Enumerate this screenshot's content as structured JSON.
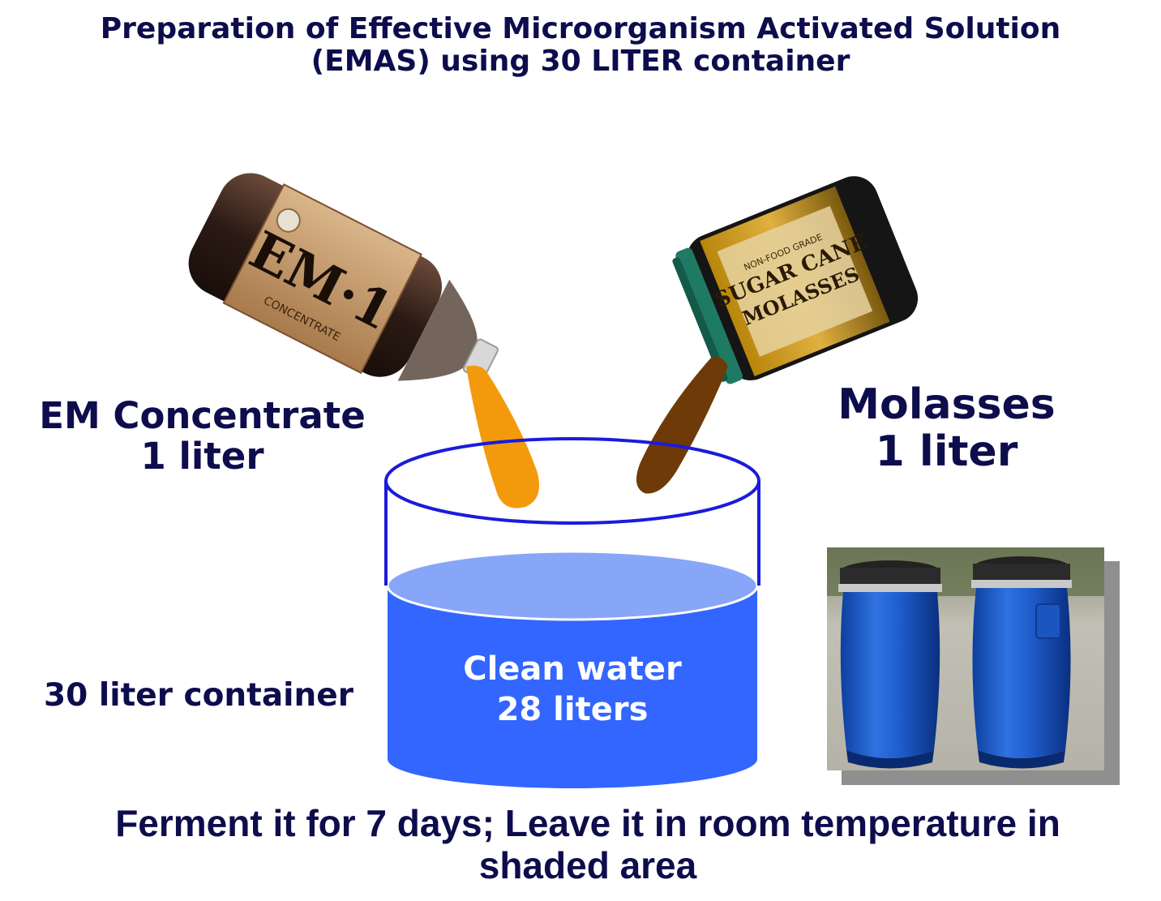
{
  "title": {
    "line1": "Preparation of Effective Microorganism Activated Solution",
    "line2": "(EMAS)  using 30 LITER container"
  },
  "em_concentrate": {
    "name": "EM Concentrate",
    "amount": "1 liter",
    "bottle_label_text": "EM·1",
    "bottle_sublabel": "CONCENTRATE",
    "stream_color": "#f39a0c"
  },
  "molasses": {
    "name": "Molasses",
    "amount": "1 liter",
    "jar_label_line1": "SUGAR CANE",
    "jar_label_line2": "MOLASSES",
    "jar_label_small": "NON-FOOD GRADE",
    "stream_color": "#6e3a08"
  },
  "container": {
    "label": "30 liter container",
    "water_line1": "Clean water",
    "water_line2": "28 liters",
    "rim_color": "#1b1bdc",
    "water_color": "#3366ff",
    "water_top_color": "#88a6f7"
  },
  "footer": {
    "line1": "Ferment it for 7 days; Leave it in room temperature in",
    "line2": "shaded area"
  },
  "photo": {
    "icon": "blue-barrels-photo"
  }
}
